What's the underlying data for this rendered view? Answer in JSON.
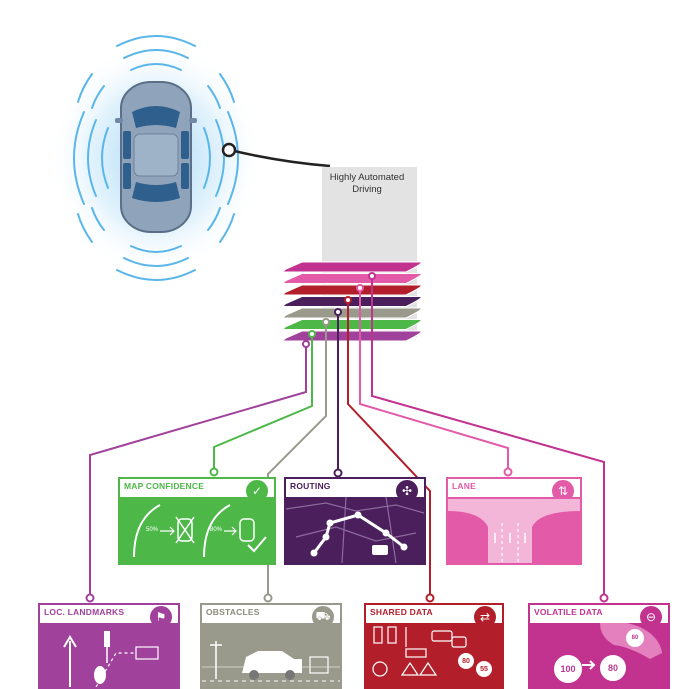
{
  "hub": {
    "label": "Highly Automated\nDriving"
  },
  "cards": {
    "map_confidence": {
      "title": "MAP CONFIDENCE",
      "color": "#4db848",
      "icon": "check-icon",
      "left_pct": "50%",
      "right_pct": "80%"
    },
    "routing": {
      "title": "ROUTING",
      "color": "#4a1f5c",
      "icon": "route-nodes-icon"
    },
    "lane": {
      "title": "LANE",
      "color": "#e35aa8",
      "icon": "lane-arrows-icon"
    },
    "loc_landmarks": {
      "title": "LOC. LANDMARKS",
      "color": "#a0419b",
      "icon": "landmark-sign-icon"
    },
    "obstacles": {
      "title": "OBSTACLES",
      "color": "#9a9a8c",
      "icon": "obstacle-car-icon"
    },
    "shared_data": {
      "title": "SHARED DATA",
      "color": "#b21f2a",
      "icon": "data-share-icon",
      "speeds": [
        "80",
        "55"
      ]
    },
    "volatile_data": {
      "title": "VOLATILE DATA",
      "color": "#c2338f",
      "icon": "speed-change-icon",
      "from_speed": "100",
      "to_speed": "80",
      "badge_speed": "80"
    }
  },
  "layer_colors": [
    "#c2338f",
    "#e35aa8",
    "#b21f2a",
    "#4a1f5c",
    "#9a9a8c",
    "#4db848",
    "#a0419b"
  ]
}
